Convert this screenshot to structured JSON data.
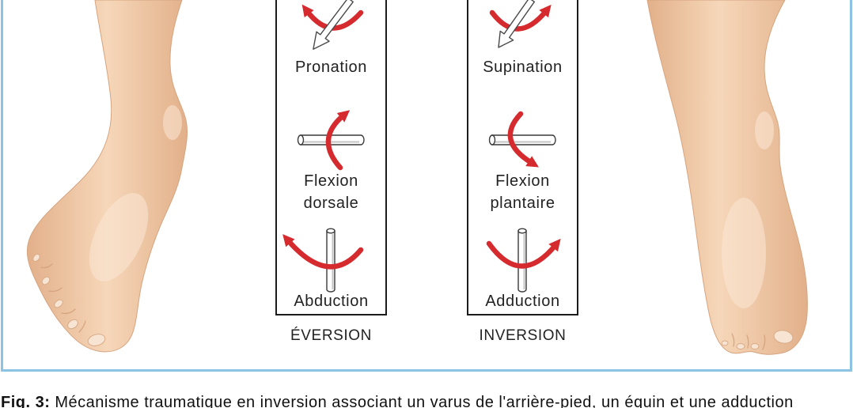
{
  "colors": {
    "frame": "#8cc3e2",
    "arrow_red": "#d52a2e",
    "box_outline": "#1c1c1c",
    "skin_light": "#f6d7b9",
    "skin_dark": "#e2b08a"
  },
  "eversion": {
    "title": "ÉVERSION",
    "rotation": {
      "label": "Pronation",
      "icon": "pronation-arrow-icon"
    },
    "flexion": {
      "lines": [
        "Flexion",
        "dorsale"
      ],
      "icon": "dorsiflexion-arrow-icon"
    },
    "transverse": {
      "label": "Abduction",
      "icon": "abduction-arrow-icon"
    }
  },
  "inversion": {
    "title": "INVERSION",
    "rotation": {
      "label": "Supination",
      "icon": "supination-arrow-icon"
    },
    "flexion": {
      "lines": [
        "Flexion",
        "plantaire"
      ],
      "icon": "plantarflexion-arrow-icon"
    },
    "transverse": {
      "label": "Adduction",
      "icon": "adduction-arrow-icon"
    }
  },
  "caption": {
    "label": "Fig. 3:",
    "text": "Mécanisme traumatique en inversion associant un varus de l'arrière-pied, un équin et une adduction"
  }
}
